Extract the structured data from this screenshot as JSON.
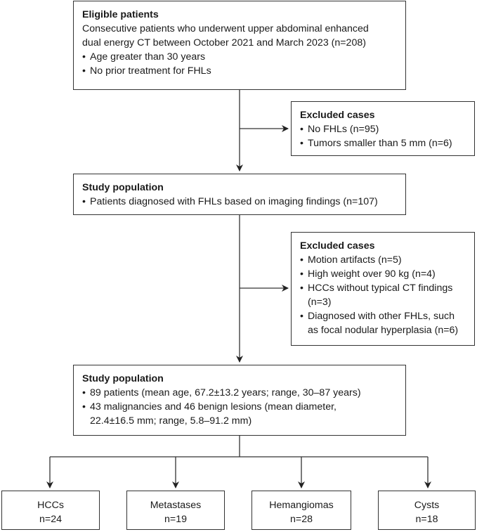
{
  "eligible": {
    "title": "Eligible patients",
    "lines": [
      "Consecutive patients who underwent upper abdominal enhanced",
      "dual energy CT between October 2021 and March 2023 (n=208)"
    ],
    "bullets": [
      "Age greater than 30 years",
      "No prior treatment for FHLs"
    ]
  },
  "excluded1": {
    "title": "Excluded cases",
    "bullets": [
      "No FHLs (n=95)",
      "Tumors smaller than 5 mm (n=6)"
    ]
  },
  "study1": {
    "title": "Study population",
    "bullets": [
      "Patients diagnosed with FHLs based on imaging findings (n=107)"
    ]
  },
  "excluded2": {
    "title": "Excluded cases",
    "bullets": [
      "Motion artifacts (n=5)",
      "High weight over 90 kg (n=4)",
      "HCCs without typical CT findings|(n=3)",
      "Diagnosed with other FHLs, such|as focal nodular hyperplasia (n=6)"
    ]
  },
  "study2": {
    "title": "Study population",
    "bullets": [
      "89 patients (mean age, 67.2±13.2 years; range, 30–87 years)",
      "43 malignancies and 46 benign lesions (mean diameter,|22.4±16.5 mm; range, 5.8–91.2 mm)"
    ]
  },
  "groups": [
    {
      "name": "HCCs",
      "count": "n=24"
    },
    {
      "name": "Metastases",
      "count": "n=19"
    },
    {
      "name": "Hemangiomas",
      "count": "n=28"
    },
    {
      "name": "Cysts",
      "count": "n=18"
    }
  ]
}
